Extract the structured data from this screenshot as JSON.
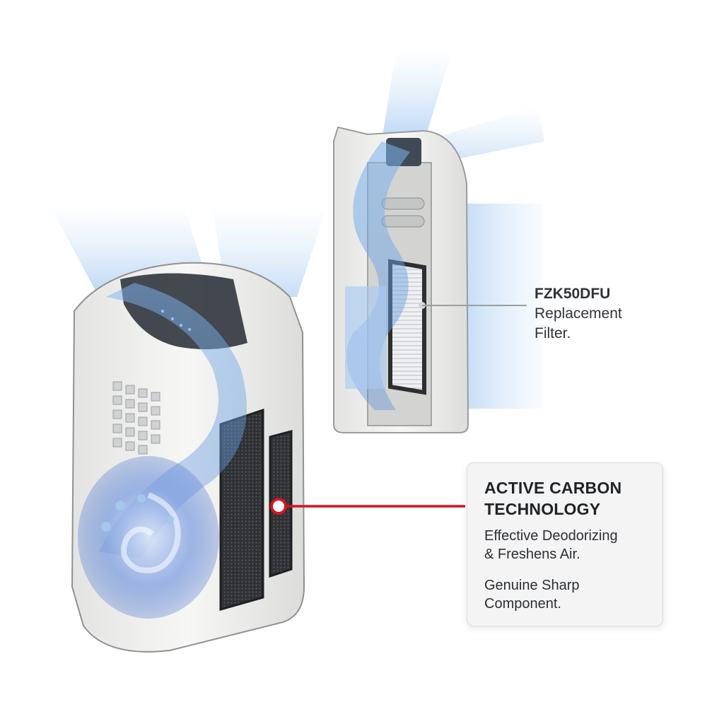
{
  "filter_callout": {
    "model": "FZK50DFU",
    "description_line1": "Replacement",
    "description_line2": "Filter."
  },
  "feature_card": {
    "title_line1": "ACTIVE CARBON",
    "title_line2": "TECHNOLOGY",
    "line1": "Effective Deodorizing",
    "line2": "& Freshens Air.",
    "line3": "Genuine Sharp",
    "line4": "Component."
  },
  "colors": {
    "accent_red": "#d7141e",
    "airflow_blue": "#6fa8e6",
    "housing_white": "#f1f1ef",
    "carbon_dark": "#2e3033",
    "text_dark": "#2b2f33"
  }
}
